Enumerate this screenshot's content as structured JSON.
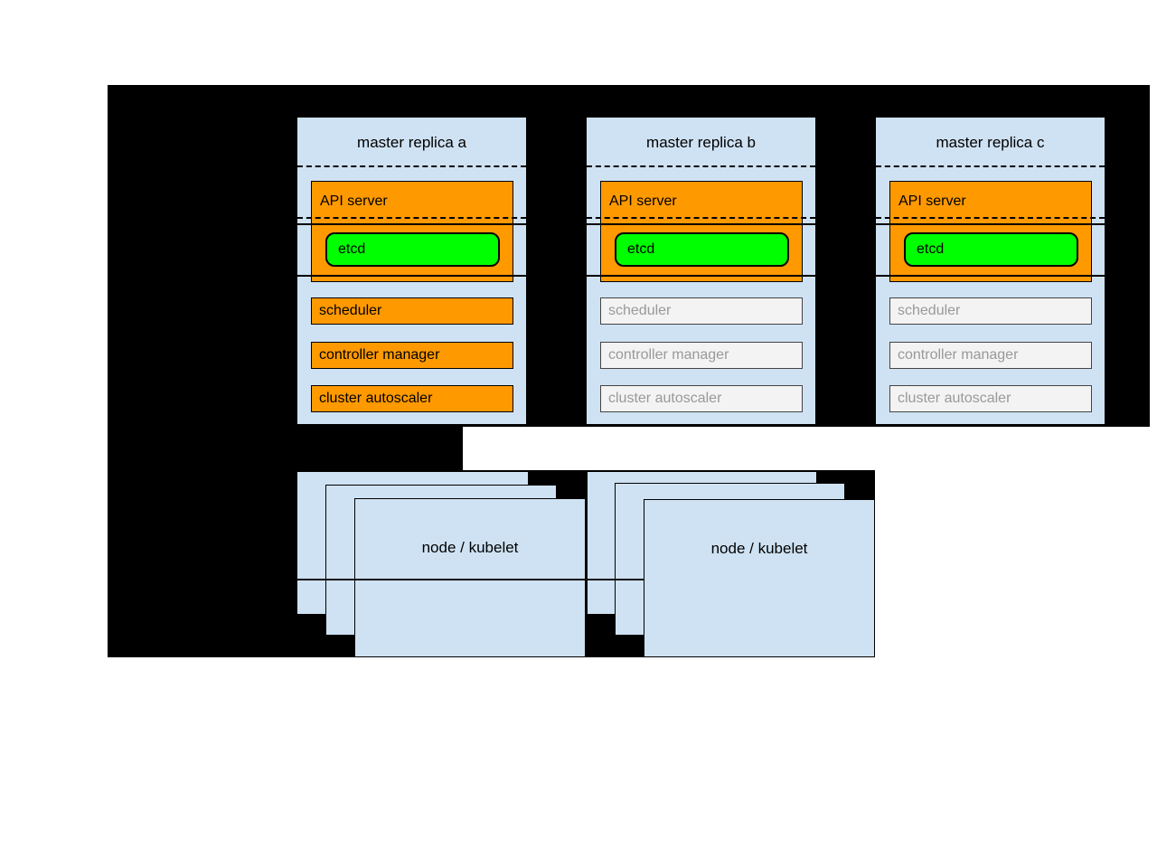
{
  "diagram": {
    "colors": {
      "background": "#000000",
      "page": "#ffffff",
      "panel_blue": "#cfe2f3",
      "active_orange": "#ff9900",
      "etcd_green": "#00ff00",
      "standby_fill": "#f3f3f3",
      "standby_text": "#999999",
      "border": "#000000"
    },
    "master_replicas": [
      {
        "title": "master replica a",
        "api_server_label": "API server",
        "etcd_label": "etcd",
        "components": [
          {
            "label": "scheduler",
            "state": "active"
          },
          {
            "label": "controller manager",
            "state": "active"
          },
          {
            "label": "cluster autoscaler",
            "state": "active"
          }
        ]
      },
      {
        "title": "master replica b",
        "api_server_label": "API server",
        "etcd_label": "etcd",
        "components": [
          {
            "label": "scheduler",
            "state": "standby"
          },
          {
            "label": "controller manager",
            "state": "standby"
          },
          {
            "label": "cluster autoscaler",
            "state": "standby"
          }
        ]
      },
      {
        "title": "master replica c",
        "api_server_label": "API server",
        "etcd_label": "etcd",
        "components": [
          {
            "label": "scheduler",
            "state": "standby"
          },
          {
            "label": "controller manager",
            "state": "standby"
          },
          {
            "label": "cluster autoscaler",
            "state": "standby"
          }
        ]
      }
    ],
    "node_stacks": [
      {
        "label": "node / kubelet",
        "stacked_count": 3
      },
      {
        "label": "node / kubelet",
        "stacked_count": 3
      }
    ]
  }
}
